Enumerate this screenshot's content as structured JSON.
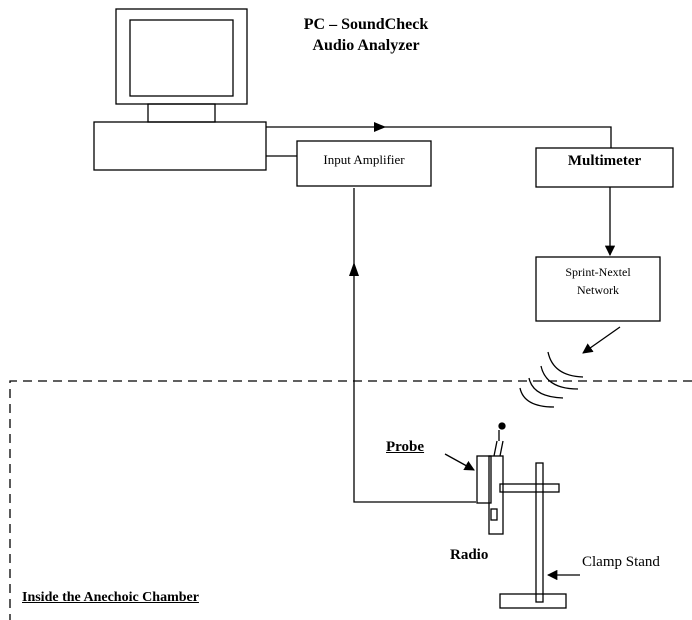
{
  "diagram": {
    "title_line1": "PC – SoundCheck",
    "title_line2": "Audio Analyzer",
    "input_amplifier": "Input Amplifier",
    "multimeter": "Multimeter",
    "network_line1": "Sprint-Nextel",
    "network_line2": "Network",
    "probe": "Probe",
    "radio": "Radio",
    "clamp_stand": "Clamp Stand",
    "chamber": "Inside the Anechoic Chamber"
  }
}
